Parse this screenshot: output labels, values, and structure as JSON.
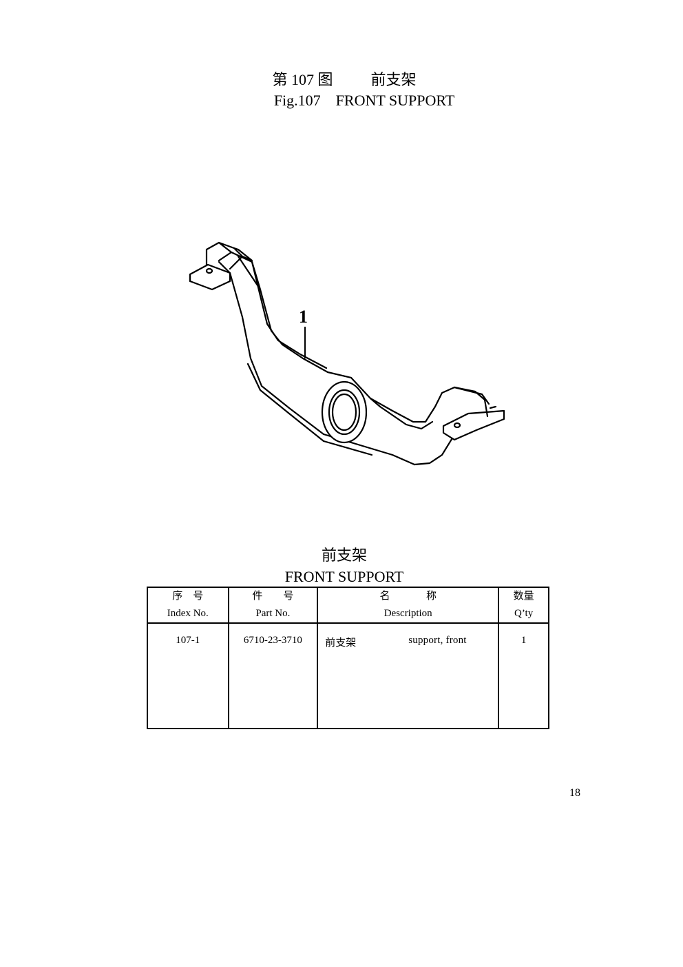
{
  "figure": {
    "title_cn": "第 107 图          前支架",
    "title_en": "Fig.107    FRONT SUPPORT",
    "callout": "1"
  },
  "table": {
    "title_cn": "前支架",
    "title_en": "FRONT SUPPORT",
    "headers": {
      "index": {
        "cn": "序    号",
        "en": "Index No."
      },
      "part": {
        "cn": "件        号",
        "en": "Part No."
      },
      "desc": {
        "cn": "名              称",
        "en": "Description"
      },
      "qty": {
        "cn": "数量",
        "en": "Q’ty"
      }
    },
    "rows": [
      {
        "index": "107-1",
        "part": "6710-23-3710",
        "desc_cn": "前支架",
        "desc_en": "support, front",
        "qty": "1"
      }
    ]
  },
  "page_number": "18"
}
